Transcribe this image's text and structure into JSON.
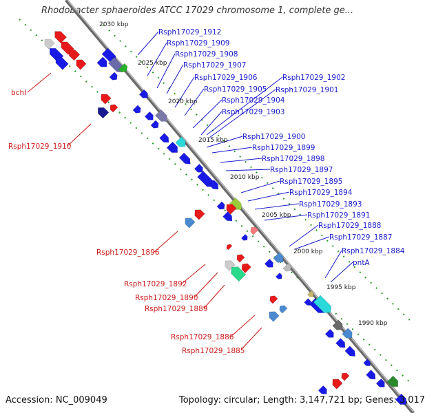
{
  "title": "Rhodobacter sphaeroides ATCC 17029 chromosome 1, complete ge...",
  "footer": {
    "accession": "Accession: NC_009049",
    "topology": "Topology: circular; Length: 3,147,721 bp; Genes: 3,017"
  },
  "colors": {
    "forward_gene": "#1a1ae6",
    "reverse_gene": "#e61a1a",
    "backbone": "#777777",
    "tick": "#2a9a2a",
    "label_forward": "#1a1acc",
    "label_reverse": "#cc1a1a"
  },
  "scale_labels": [
    "2030 kbp",
    "2025 kbp",
    "2020 kbp",
    "2015 kbp",
    "2010 kbp",
    "2005 kbp",
    "2000 kbp",
    "1995 kbp",
    "1990 kbp"
  ],
  "forward_labels": [
    "Rsph17029_1912",
    "Rsph17029_1909",
    "Rsph17029_1908",
    "Rsph17029_1907",
    "Rsph17029_1906",
    "Rsph17029_1905",
    "Rsph17029_1904",
    "Rsph17029_1903",
    "Rsph17029_1902",
    "Rsph17029_1901",
    "Rsph17029_1900",
    "Rsph17029_1899",
    "Rsph17029_1898",
    "Rsph17029_1897",
    "Rsph17029_1895",
    "Rsph17029_1894",
    "Rsph17029_1893",
    "Rsph17029_1891",
    "Rsph17029_1888",
    "Rsph17029_1887",
    "Rsph17029_1884",
    "pntA"
  ],
  "reverse_labels": [
    "bchI",
    "Rsph17029_1910",
    "Rsph17029_1896",
    "Rsph17029_1892",
    "Rsph17029_1890",
    "Rsph17029_1889",
    "Rsph17029_1886",
    "Rsph17029_1885"
  ]
}
